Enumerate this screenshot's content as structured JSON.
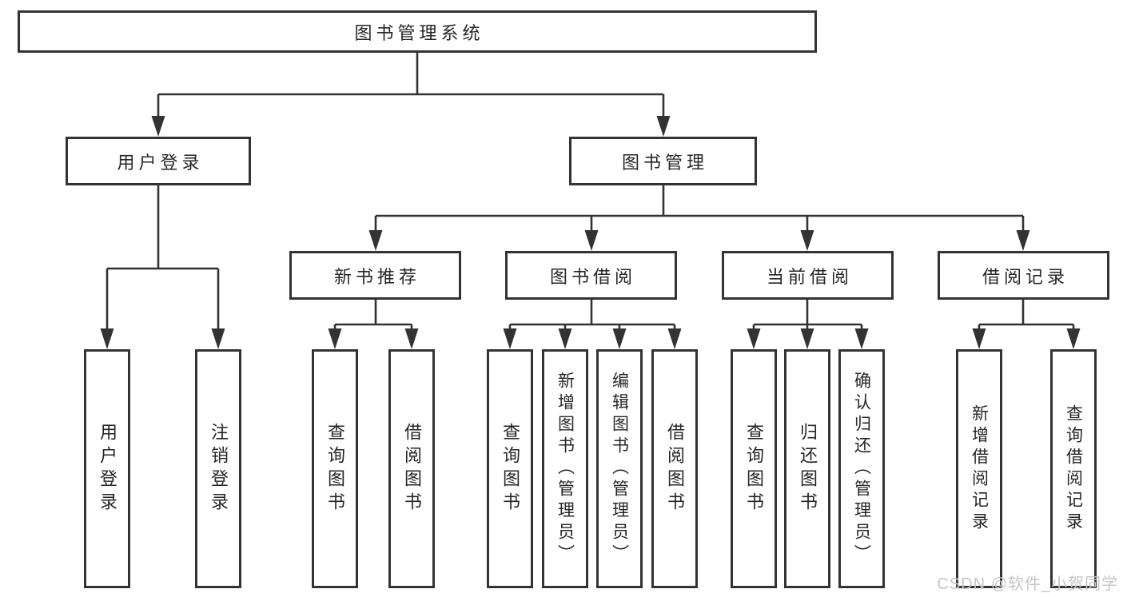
{
  "diagram": {
    "tree": {
      "root": {
        "label": "图书管理系统",
        "children": [
          {
            "label": "用户登录",
            "children": [
              {
                "label": "用户登录"
              },
              {
                "label": "注销登录"
              }
            ]
          },
          {
            "label": "图书管理",
            "children": [
              {
                "label": "新书推荐",
                "children": [
                  {
                    "label": "查询图书"
                  },
                  {
                    "label": "借阅图书"
                  }
                ]
              },
              {
                "label": "图书借阅",
                "children": [
                  {
                    "label": "查询图书"
                  },
                  {
                    "label": "新增图书（管理员）"
                  },
                  {
                    "label": "编辑图书（管理员）"
                  },
                  {
                    "label": "借阅图书"
                  }
                ]
              },
              {
                "label": "当前借阅",
                "children": [
                  {
                    "label": "查询图书"
                  },
                  {
                    "label": "归还图书"
                  },
                  {
                    "label": "确认归还（管理员）"
                  }
                ]
              },
              {
                "label": "借阅记录",
                "children": [
                  {
                    "label": "新增借阅记录"
                  },
                  {
                    "label": "查询借阅记录"
                  }
                ]
              }
            ]
          }
        ]
      }
    },
    "colors": {
      "line": "#333333",
      "box_border": "#333333",
      "text": "#262626",
      "background": "#ffffff",
      "watermark_text": "#c6c6c6"
    }
  },
  "watermark": {
    "text": "CSDN @软件_小贺同学"
  }
}
